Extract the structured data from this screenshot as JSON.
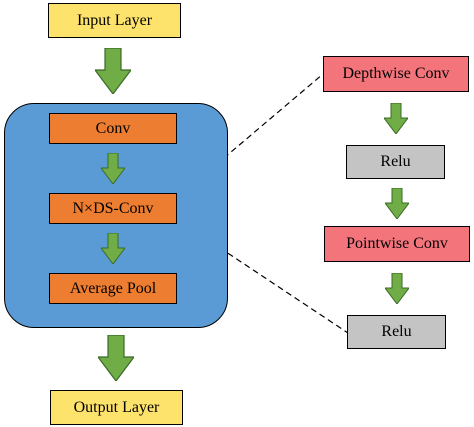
{
  "diagram": {
    "input_layer": "Input Layer",
    "conv": "Conv",
    "nds_conv": "N×DS-Conv",
    "average_pool": "Average Pool",
    "output_layer": "Output Layer",
    "depthwise_conv": "Depthwise Conv",
    "relu_1": "Relu",
    "pointwise_conv": "Pointwise Conv",
    "relu_2": "Relu"
  },
  "colors": {
    "input_output_fill": "#fde26b",
    "inner_block_fill": "#ed7d31",
    "container_fill": "#5b9bd5",
    "depthwise_pointwise_fill": "#f4747c",
    "relu_fill": "#c4c4c4",
    "arrow_fill": "#70ad47",
    "arrow_stroke": "#3a6a26"
  },
  "icons": {
    "flow_arrow": "down-arrow-icon",
    "connector": "dashed-line"
  }
}
